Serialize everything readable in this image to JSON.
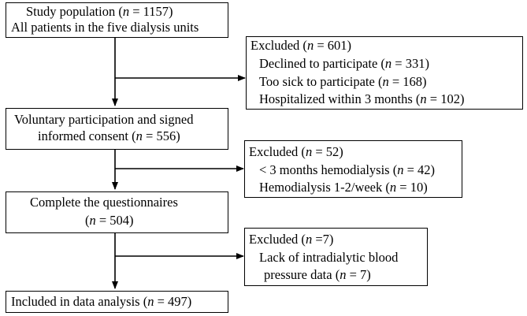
{
  "flowchart": {
    "study_population": {
      "line1_prefix": "Study population (",
      "n_label": "n",
      "line1_suffix": " = 1157)",
      "line2": "All patients in the five dialysis units"
    },
    "exclusion_1": {
      "title_prefix": "Excluded (",
      "n_label": "n",
      "title_suffix": " = 601)",
      "items": [
        {
          "prefix": "Declined to participate (",
          "n": "n",
          "suffix": " = 331)"
        },
        {
          "prefix": "Too sick to participate (",
          "n": "n",
          "suffix": " = 168)"
        },
        {
          "prefix": "Hospitalized within 3 months (",
          "n": "n",
          "suffix": " = 102)"
        }
      ]
    },
    "consent": {
      "line1": "Voluntary participation and signed",
      "line2_prefix": "informed consent (",
      "n_label": "n",
      "line2_suffix": " = 556)"
    },
    "exclusion_2": {
      "title_prefix": "Excluded (",
      "n_label": "n",
      "title_suffix": " = 52)",
      "items": [
        {
          "prefix": "< 3 months hemodialysis (",
          "n": "n",
          "suffix": " = 42)"
        },
        {
          "prefix": "Hemodialysis 1-2/week (",
          "n": "n",
          "suffix": " = 10)"
        }
      ]
    },
    "questionnaires": {
      "line1": "Complete  the questionnaires",
      "line2_prefix": "(",
      "n_label": "n",
      "line2_suffix": " = 504)"
    },
    "exclusion_3": {
      "title_prefix": "Excluded (",
      "n_label": "n",
      "title_suffix": " =7)",
      "line1": "Lack of intradialytic blood",
      "line2_prefix": "pressure data (",
      "n": "n",
      "line2_suffix": " = 7)"
    },
    "final": {
      "prefix": "Included in data analysis (",
      "n_label": "n",
      "suffix": " = 497)"
    }
  }
}
